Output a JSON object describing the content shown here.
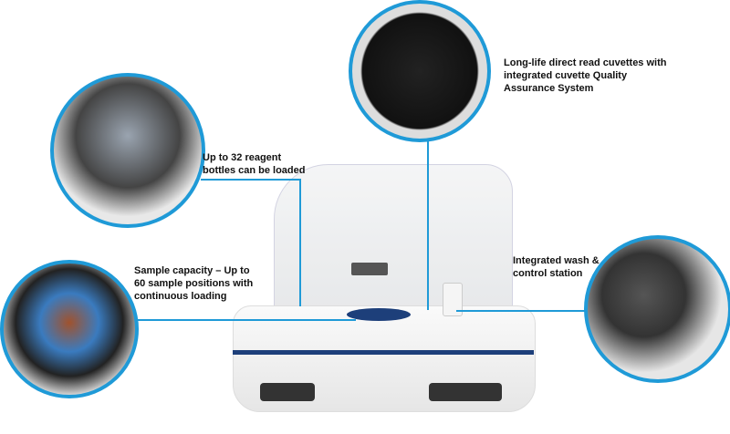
{
  "callouts": {
    "cuvettes": "Long-life direct read cuvettes with integrated cuvette Quality Assurance System",
    "reagent": "Up to 32 reagent bottles can be loaded",
    "sample": "Sample capacity – Up to 60 sample positions with continuous loading",
    "wash": "Integrated wash & control station"
  },
  "colors": {
    "accent": "#1f9ad7",
    "machine_stripe": "#1d3f7a"
  }
}
